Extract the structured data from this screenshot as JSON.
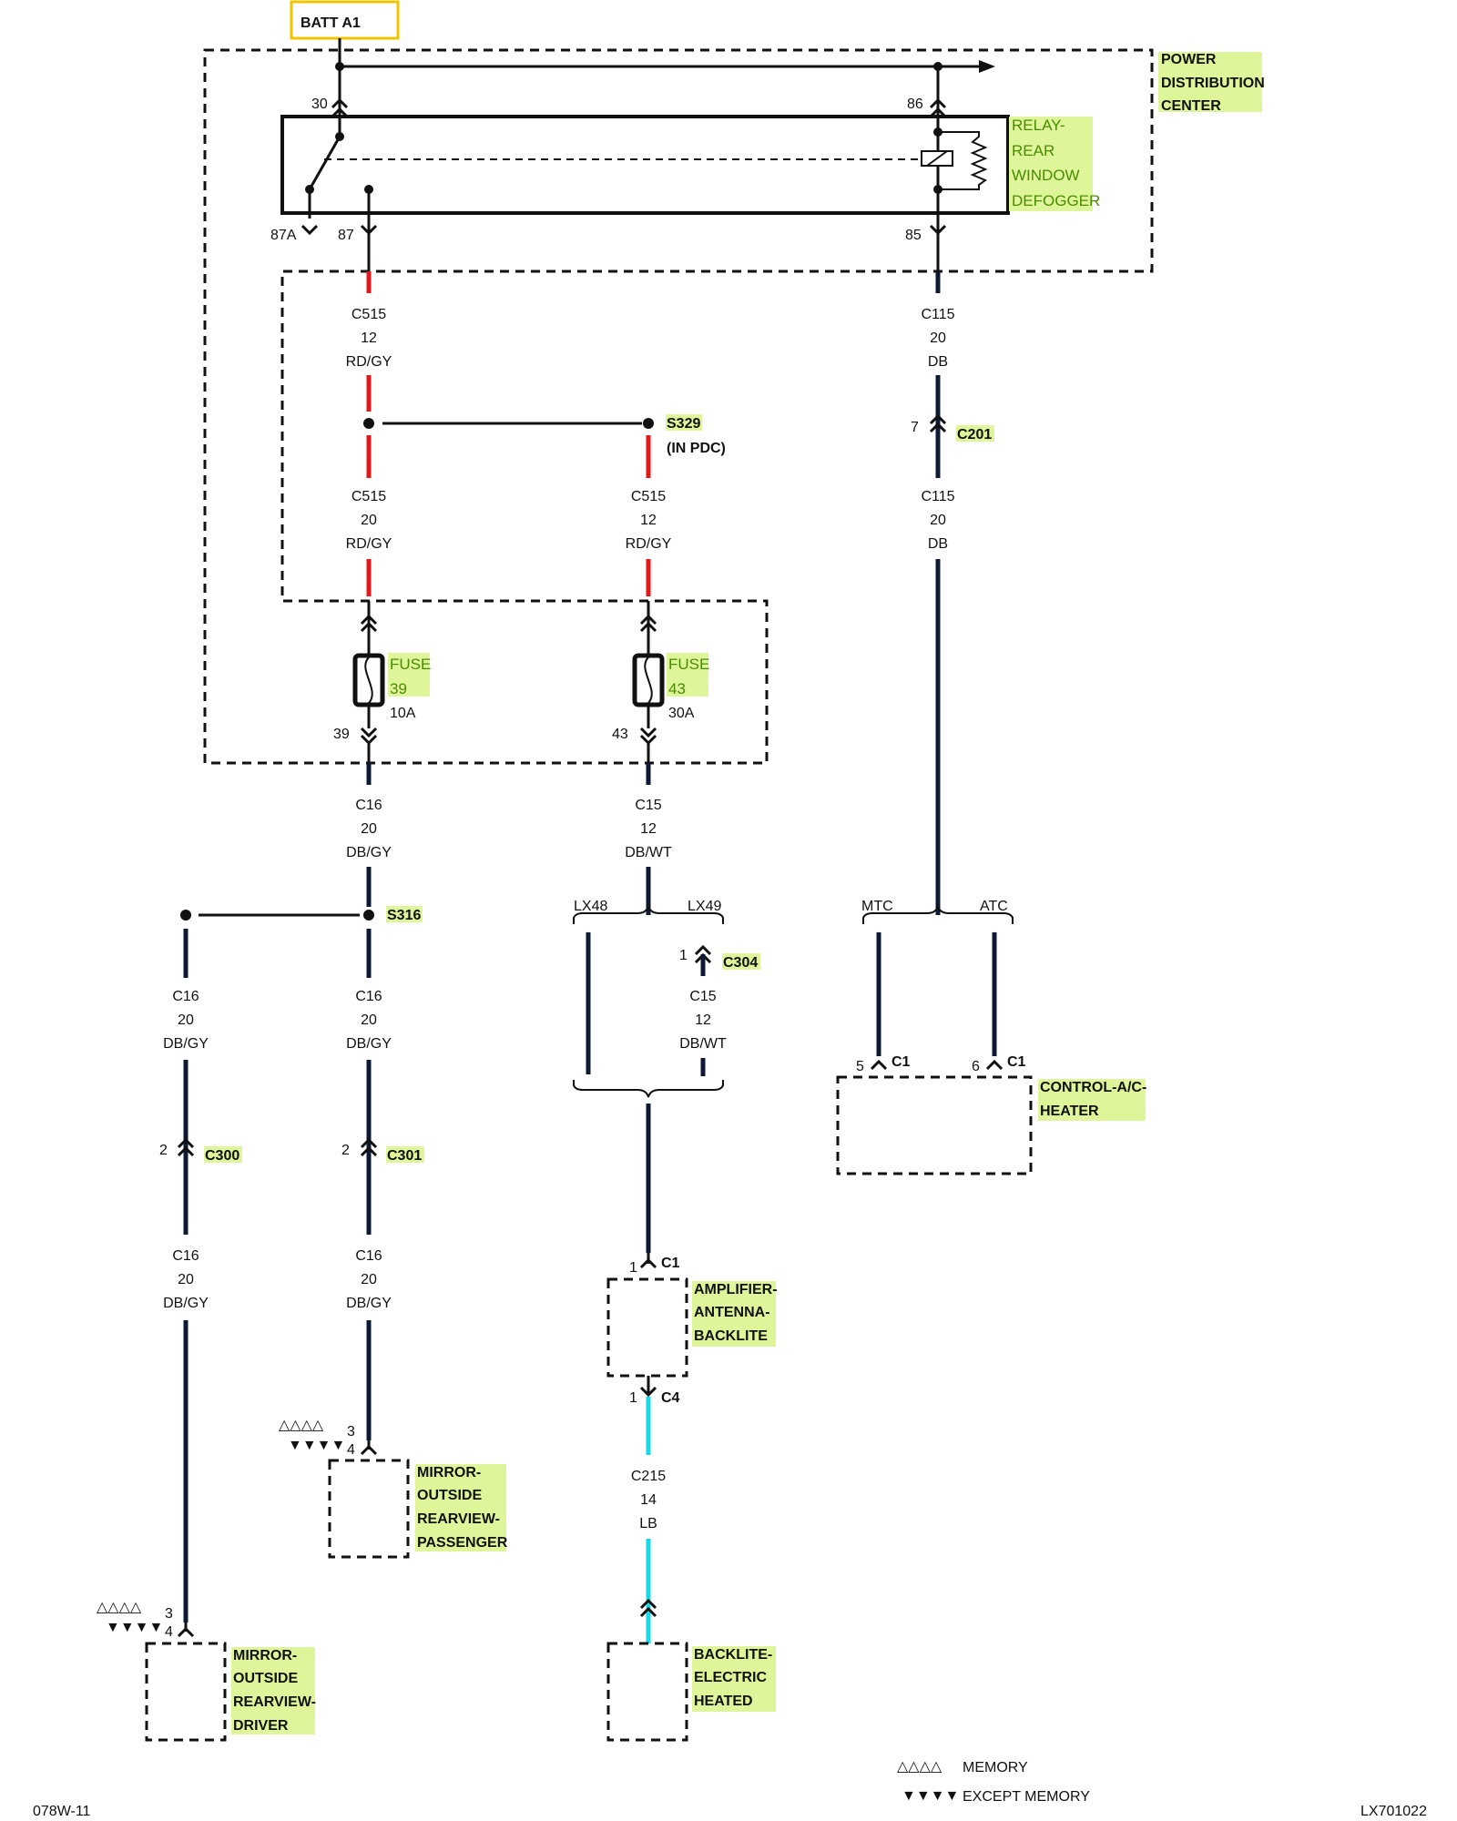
{
  "batt_label": "BATT A1",
  "pdc_label": [
    "POWER",
    "DISTRIBUTION",
    "CENTER"
  ],
  "relay_label": [
    "RELAY-",
    "REAR",
    "WINDOW",
    "DEFOGGER"
  ],
  "relay_pins": {
    "p30": "30",
    "p86": "86",
    "p87a": "87A",
    "p87": "87",
    "p85": "85"
  },
  "circuits": {
    "c515_top": [
      "C515",
      "12",
      "RD/GY"
    ],
    "c115_top": [
      "C115",
      "20",
      "DB"
    ],
    "c515_left": [
      "C515",
      "20",
      "RD/GY"
    ],
    "c515_mid": [
      "C515",
      "12",
      "RD/GY"
    ],
    "c115_bot": [
      "C115",
      "20",
      "DB"
    ],
    "c16_a": [
      "C16",
      "20",
      "DB/GY"
    ],
    "c15_a": [
      "C15",
      "12",
      "DB/WT"
    ],
    "c16_l1": [
      "C16",
      "20",
      "DB/GY"
    ],
    "c16_r1": [
      "C16",
      "20",
      "DB/GY"
    ],
    "c15_b": [
      "C15",
      "12",
      "DB/WT"
    ],
    "c16_l2": [
      "C16",
      "20",
      "DB/GY"
    ],
    "c16_r2": [
      "C16",
      "20",
      "DB/GY"
    ],
    "c215": [
      "C215",
      "14",
      "LB"
    ]
  },
  "splices": {
    "s329": "S329",
    "s329_note": "(IN PDC)",
    "s316": "S316"
  },
  "fuse39": {
    "label": [
      "FUSE",
      "39"
    ],
    "rating": "10A",
    "pin": "39"
  },
  "fuse43": {
    "label": [
      "FUSE",
      "43"
    ],
    "rating": "30A",
    "pin": "43"
  },
  "connectors": {
    "c201": "C201",
    "c201_pin": "7",
    "c304": "C304",
    "c304_pin": "1",
    "c300": "C300",
    "c300_pin": "2",
    "c301": "C301",
    "c301_pin": "2",
    "c1_amp": "C1",
    "c1_amp_pin": "1",
    "c4": "C4",
    "c4_pin": "1",
    "c1_a": "C1",
    "c1_a_pin": "5",
    "c1_b": "C1",
    "c1_b_pin": "6",
    "mirror_pin3": "3",
    "mirror_pin4": "4"
  },
  "options": {
    "lx48": "LX48",
    "lx49": "LX49",
    "mtc": "MTC",
    "atc": "ATC"
  },
  "components": {
    "control": [
      "CONTROL-A/C-",
      "HEATER"
    ],
    "amplifier": [
      "AMPLIFIER-",
      "ANTENNA-",
      "BACKLITE"
    ],
    "mirror_passenger": [
      "MIRROR-",
      "OUTSIDE",
      "REARVIEW-",
      "PASSENGER"
    ],
    "mirror_driver": [
      "MIRROR-",
      "OUTSIDE",
      "REARVIEW-",
      "DRIVER"
    ],
    "backlite": [
      "BACKLITE-",
      "ELECTRIC",
      "HEATED"
    ]
  },
  "legend": {
    "memory": "MEMORY",
    "except_memory": "EXCEPT MEMORY",
    "memory_symbol": "△△△△",
    "except_symbol": "▼▼▼▼"
  },
  "footer": {
    "left": "078W-11",
    "right": "LX701022"
  },
  "colors": {
    "red_wire": "#e4181b",
    "dark_wire": "#0d1a33",
    "lightblue_wire": "#18d9e8",
    "highlight": "#dff59a"
  }
}
